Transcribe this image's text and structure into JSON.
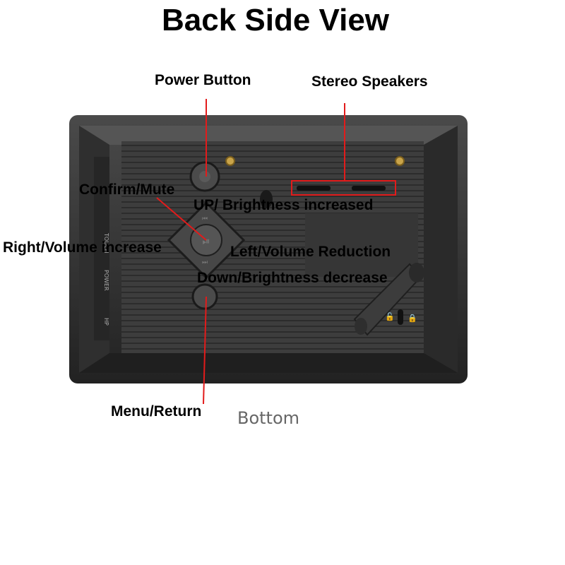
{
  "title": "Back Side View",
  "labels": {
    "power_button": "Power Button",
    "stereo_speakers": "Stereo Speakers",
    "confirm_mute": "Confirm/Mute",
    "up_brightness": "UP/ Brightness increased",
    "right_volume": "Right/Volume increase",
    "left_volume": "Left/Volume Reduction",
    "down_brightness": "Down/Brightness decrease",
    "menu_return": "Menu/Return",
    "bottom": "Bottom"
  },
  "side_port_labels": [
    "TOUCH",
    "POWER",
    "HP"
  ],
  "colors": {
    "frame": "#2a2a2a",
    "panel": "#3a3a3a",
    "callout": "#e21b1b"
  }
}
